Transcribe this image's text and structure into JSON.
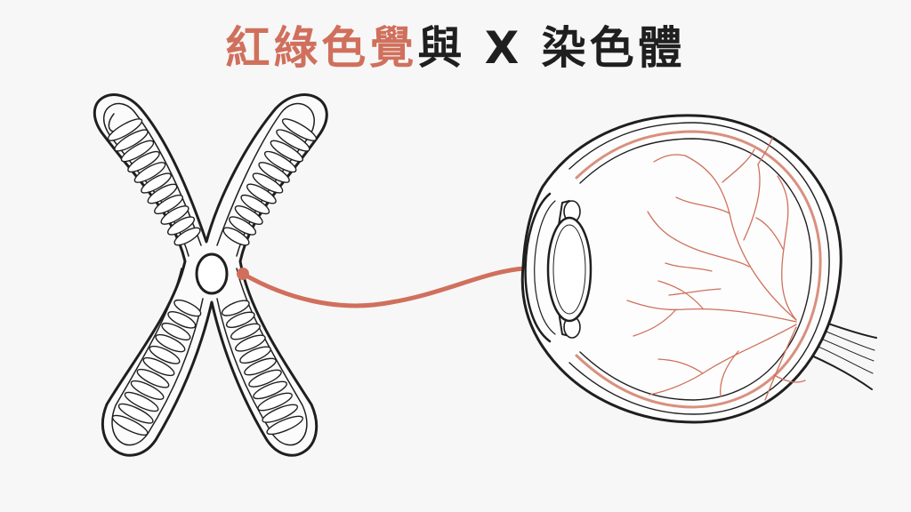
{
  "title": {
    "accent": "紅綠色覺",
    "rest": "與 X 染色體"
  },
  "colors": {
    "accent": "#d0705c",
    "ink": "#1f1f1f",
    "background": "#f7f7f7"
  },
  "diagram": {
    "source": "x-chromosome",
    "target": "eye-cross-section",
    "connector": "curved-arrow"
  }
}
